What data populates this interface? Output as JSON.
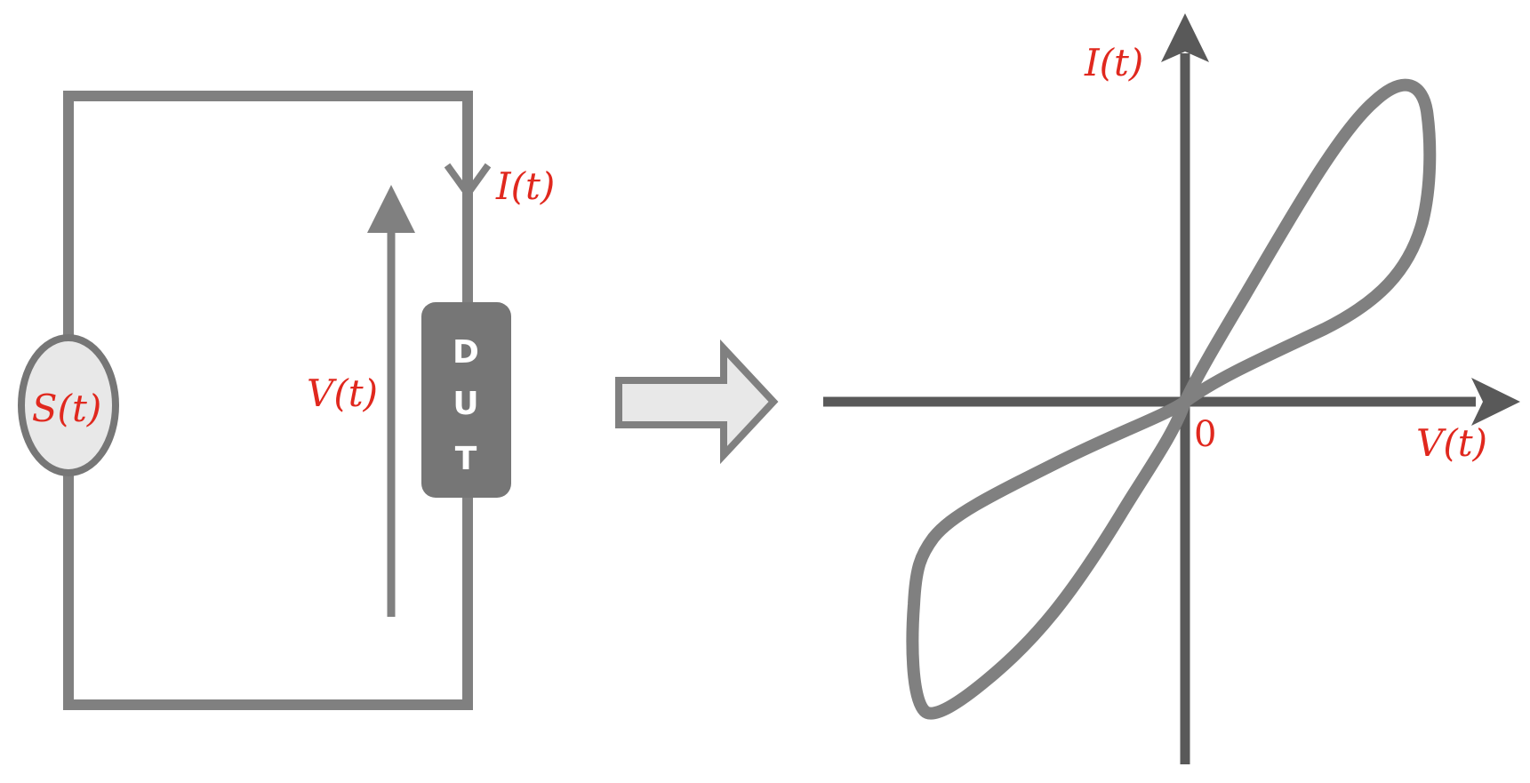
{
  "colors": {
    "wire": "#808080",
    "axis": "#595959",
    "label": "#e0281e",
    "fill_light": "#e8e8e8",
    "dut_body": "#767676",
    "dut_text": "#ffffff"
  },
  "circuit": {
    "source_label": "S(t)",
    "current_label": "I(t)",
    "voltage_label": "V(t)",
    "dut_letters": [
      "D",
      "U",
      "T"
    ]
  },
  "graph": {
    "y_axis_label": "I(t)",
    "x_axis_label": "V(t)",
    "origin_label": "0",
    "curve": "pinched-hysteresis-loop"
  }
}
